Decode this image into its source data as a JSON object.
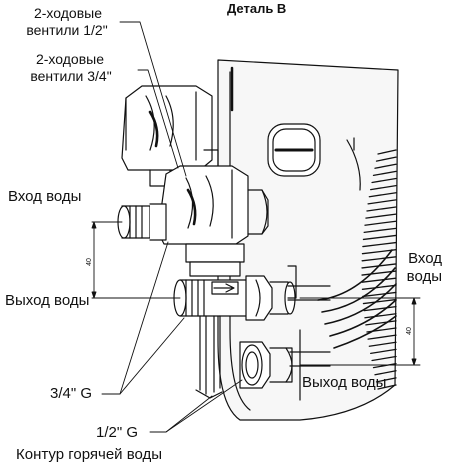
{
  "title": "Деталь B",
  "labels": {
    "valves_half": [
      "2-ходовые",
      "вентили 1/2\""
    ],
    "valves_three_quarter": [
      "2-ходовые",
      "вентили 3/4\""
    ],
    "water_in_left": "Вход воды",
    "water_out_left": "Выход воды",
    "water_in_right": [
      "Вход",
      "воды"
    ],
    "water_out_right": "Выход воды",
    "thread_three_quarter": "3/4\" G",
    "thread_half": "1/2\" G",
    "hot_water_circuit": "Контур горячей воды"
  },
  "dimensions": {
    "left_spacing": "40",
    "right_spacing": "40"
  }
}
